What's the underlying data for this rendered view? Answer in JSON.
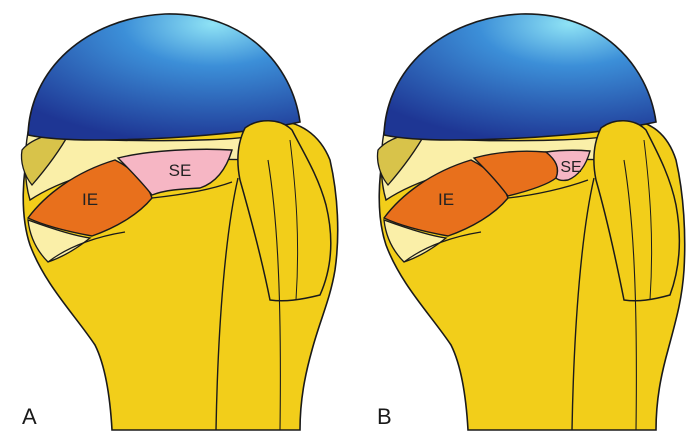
{
  "panels": [
    {
      "letter": "A",
      "regions": {
        "ie_label": "IE",
        "se_label": "SE"
      }
    },
    {
      "letter": "B",
      "regions": {
        "ie_label": "IE",
        "se_label": "SE"
      }
    }
  ],
  "colors": {
    "bone": "#F2CE1A",
    "bone_light": "#F7E47A",
    "bone_pale": "#FAEFA8",
    "bone_shadow": "#D8C34A",
    "head_dark": "#1F3A9A",
    "head_mid": "#2A6BC8",
    "head_light": "#7FD9F0",
    "ie_region": "#E8701C",
    "se_region": "#F6B6C4",
    "outline": "#1a1a1a"
  }
}
